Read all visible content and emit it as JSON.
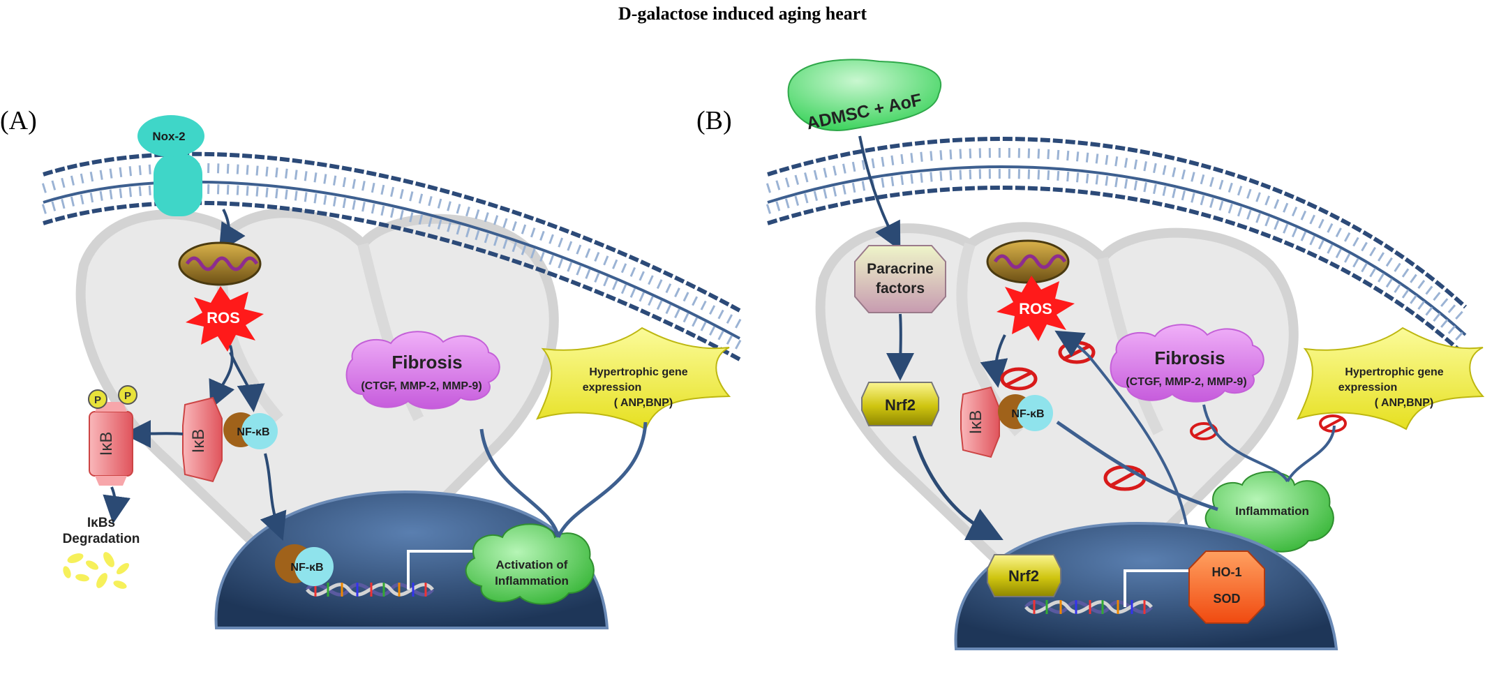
{
  "title": "D-galactose induced aging heart",
  "panel_a": {
    "label": "(A)",
    "nox2": "Nox-2",
    "ros": "ROS",
    "phospho_1": "P",
    "phospho_2": "P",
    "ikb_free": "IκB",
    "ikb_complex": "IκB",
    "nfkb_cytoplasm": "NF-κB",
    "ikbs_degradation": [
      "IκBs",
      "Degradation"
    ],
    "fibrosis": "Fibrosis",
    "fibrosis_markers": "(CTGF, MMP-2, MMP-9)",
    "hypertrophic": [
      "Hypertrophic gene",
      "expression",
      "( ANP,BNP)"
    ],
    "nfkb_nucleus": "NF-κB",
    "inflammation": [
      "Activation of",
      "Inflammation"
    ]
  },
  "panel_b": {
    "label": "(B)",
    "admsc": "ADMSC + AoF",
    "paracrine": [
      "Paracrine",
      "factors"
    ],
    "nrf2_cytoplasm": "Nrf2",
    "ros": "ROS",
    "ikb": "IκB",
    "nfkb": "NF-κB",
    "fibrosis": "Fibrosis",
    "fibrosis_markers": "(CTGF, MMP-2, MMP-9)",
    "hypertrophic": [
      "Hypertrophic gene",
      "expression",
      "( ANP,BNP)"
    ],
    "inflammation": "Inflammation",
    "nrf2_nucleus": "Nrf2",
    "ho1_sod": [
      "HO-1",
      "SOD"
    ]
  },
  "colors": {
    "membrane": "#3d5f8f",
    "ros": "#ff1a1a",
    "fibrosis": "#d77be8",
    "hypertrophic": "#f2f03a",
    "inflammation": "#5fd35f",
    "ikb": "#f07b80",
    "nfkb_brown": "#a0621a",
    "nfkb_cyan": "#8fe3ec",
    "nucleus": "#2f4f78",
    "nrf2": "#d8d21e",
    "admsc": "#5fe07a",
    "paracrine": "#d6e3a8",
    "ho1": "#ff6a2b",
    "inhibit": "#d81a1a",
    "nox2": "#3fd6c8"
  }
}
